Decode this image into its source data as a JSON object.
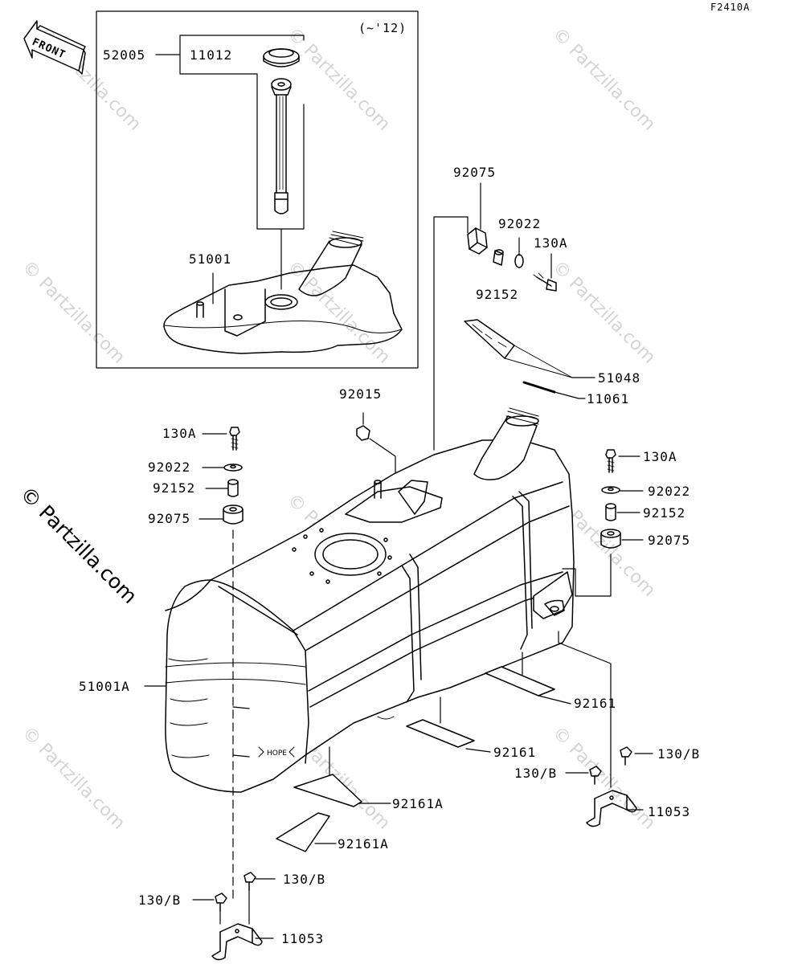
{
  "diagram_code": "F2410A",
  "front_label": "FRONT",
  "inset_note": "(~'12)",
  "watermark_text": "© Partzilla.com",
  "brand_watermark": "© Partzilla.com",
  "parts": {
    "p52005": "52005",
    "p11012": "11012",
    "p51001": "51001",
    "p92075_top": "92075",
    "p92022_top": "92022",
    "p130A_top": "130A",
    "p92152_top": "92152",
    "p51048": "51048",
    "p11061": "11061",
    "p92015": "92015",
    "p130A_left": "130A",
    "p92022_left": "92022",
    "p92152_left": "92152",
    "p92075_left": "92075",
    "p130A_right": "130A",
    "p92022_right": "92022",
    "p92152_right": "92152",
    "p92075_right": "92075",
    "p51001A": "51001A",
    "p92161_a": "92161",
    "p92161_b": "92161",
    "p92161A_a": "92161A",
    "p92161A_b": "92161A",
    "p130B_r1": "130/B",
    "p130B_r2": "130/B",
    "p11053_r": "11053",
    "p130B_l1": "130/B",
    "p130B_l2": "130/B",
    "p11053_l": "11053"
  }
}
